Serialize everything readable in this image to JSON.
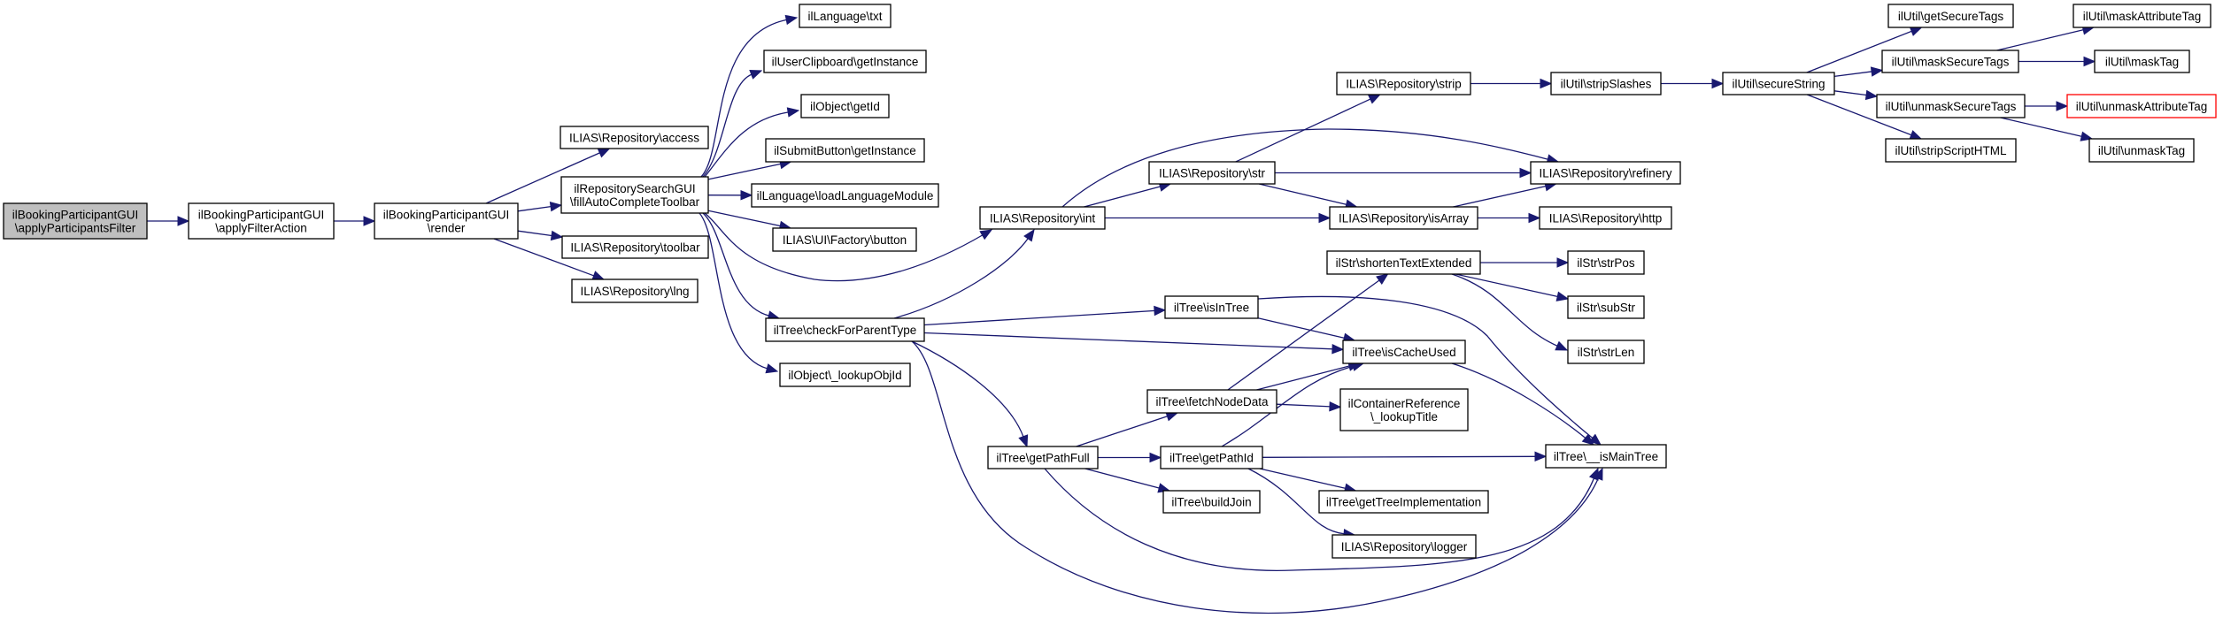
{
  "title": "ilBookingParticipantGUI::applyParticipantsFilter call graph",
  "colors": {
    "edge": "#191970",
    "root_fill": "#bfbfbf",
    "node_border": "#000000",
    "external_border": "#ff0000"
  },
  "nodes": [
    {
      "id": "n0",
      "lines": [
        "ilBookingParticipantGUI",
        "\\applyParticipantsFilter"
      ],
      "style": "root"
    },
    {
      "id": "n1",
      "lines": [
        "ilBookingParticipantGUI",
        "\\applyFilterAction"
      ]
    },
    {
      "id": "n2",
      "lines": [
        "ilBookingParticipantGUI",
        "\\render"
      ]
    },
    {
      "id": "n3",
      "lines": [
        "ILIAS\\Repository\\access"
      ]
    },
    {
      "id": "n4",
      "lines": [
        "ilRepositorySearchGUI",
        "\\fillAutoCompleteToolbar"
      ]
    },
    {
      "id": "n5",
      "lines": [
        "ILIAS\\Repository\\toolbar"
      ]
    },
    {
      "id": "n6",
      "lines": [
        "ILIAS\\Repository\\lng"
      ]
    },
    {
      "id": "n7",
      "lines": [
        "ilLanguage\\txt"
      ]
    },
    {
      "id": "n8",
      "lines": [
        "ilUserClipboard\\getInstance"
      ]
    },
    {
      "id": "n9",
      "lines": [
        "ilObject\\getId"
      ]
    },
    {
      "id": "n10",
      "lines": [
        "ilSubmitButton\\getInstance"
      ]
    },
    {
      "id": "n11",
      "lines": [
        "ilLanguage\\loadLanguageModule"
      ]
    },
    {
      "id": "n12",
      "lines": [
        "ILIAS\\UI\\Factory\\button"
      ]
    },
    {
      "id": "n13",
      "lines": [
        "ILIAS\\Repository\\int"
      ]
    },
    {
      "id": "n14",
      "lines": [
        "ilTree\\checkForParentType"
      ]
    },
    {
      "id": "n15",
      "lines": [
        "ilObject\\_lookupObjId"
      ]
    },
    {
      "id": "n16",
      "lines": [
        "ILIAS\\Repository\\str"
      ]
    },
    {
      "id": "n17",
      "lines": [
        "ILIAS\\Repository\\isArray"
      ]
    },
    {
      "id": "n18",
      "lines": [
        "ILIAS\\Repository\\refinery"
      ]
    },
    {
      "id": "n19",
      "lines": [
        "ILIAS\\Repository\\strip"
      ]
    },
    {
      "id": "n20",
      "lines": [
        "ilUtil\\stripSlashes"
      ]
    },
    {
      "id": "n21",
      "lines": [
        "ILIAS\\Repository\\http"
      ]
    },
    {
      "id": "n22",
      "lines": [
        "ilUtil\\secureString"
      ]
    },
    {
      "id": "n23",
      "lines": [
        "ilUtil\\getSecureTags"
      ]
    },
    {
      "id": "n24",
      "lines": [
        "ilUtil\\maskSecureTags"
      ]
    },
    {
      "id": "n25",
      "lines": [
        "ilUtil\\unmaskSecureTags"
      ]
    },
    {
      "id": "n26",
      "lines": [
        "ilUtil\\stripScriptHTML"
      ]
    },
    {
      "id": "n27",
      "lines": [
        "ilUtil\\maskAttributeTag"
      ]
    },
    {
      "id": "n28",
      "lines": [
        "ilUtil\\maskTag"
      ]
    },
    {
      "id": "n29",
      "lines": [
        "ilUtil\\unmaskAttributeTag"
      ],
      "style": "external"
    },
    {
      "id": "n30",
      "lines": [
        "ilUtil\\unmaskTag"
      ]
    },
    {
      "id": "n31",
      "lines": [
        "ilTree\\isInTree"
      ]
    },
    {
      "id": "n32",
      "lines": [
        "ilTree\\isCacheUsed"
      ]
    },
    {
      "id": "n33",
      "lines": [
        "ilTree\\getPathFull"
      ]
    },
    {
      "id": "n34",
      "lines": [
        "ilTree\\__isMainTree"
      ]
    },
    {
      "id": "n35",
      "lines": [
        "ilTree\\fetchNodeData"
      ]
    },
    {
      "id": "n36",
      "lines": [
        "ilTree\\getPathId"
      ]
    },
    {
      "id": "n37",
      "lines": [
        "ilTree\\buildJoin"
      ]
    },
    {
      "id": "n38",
      "lines": [
        "ilStr\\shortenTextExtended"
      ]
    },
    {
      "id": "n39",
      "lines": [
        "ilContainerReference",
        "\\_lookupTitle"
      ]
    },
    {
      "id": "n40",
      "lines": [
        "ilStr\\strPos"
      ]
    },
    {
      "id": "n41",
      "lines": [
        "ilStr\\subStr"
      ]
    },
    {
      "id": "n42",
      "lines": [
        "ilStr\\strLen"
      ]
    },
    {
      "id": "n43",
      "lines": [
        "ilTree\\getTreeImplementation"
      ]
    },
    {
      "id": "n44",
      "lines": [
        "ILIAS\\Repository\\logger"
      ]
    }
  ],
  "edges": [
    [
      "n0",
      "n1"
    ],
    [
      "n1",
      "n2"
    ],
    [
      "n2",
      "n3"
    ],
    [
      "n2",
      "n4"
    ],
    [
      "n2",
      "n5"
    ],
    [
      "n2",
      "n6"
    ],
    [
      "n4",
      "n7"
    ],
    [
      "n4",
      "n8"
    ],
    [
      "n4",
      "n9"
    ],
    [
      "n4",
      "n10"
    ],
    [
      "n4",
      "n11"
    ],
    [
      "n4",
      "n12"
    ],
    [
      "n4",
      "n13"
    ],
    [
      "n4",
      "n14"
    ],
    [
      "n4",
      "n15"
    ],
    [
      "n13",
      "n16"
    ],
    [
      "n13",
      "n17"
    ],
    [
      "n13",
      "n18"
    ],
    [
      "n16",
      "n19"
    ],
    [
      "n16",
      "n18"
    ],
    [
      "n16",
      "n17"
    ],
    [
      "n17",
      "n18"
    ],
    [
      "n17",
      "n21"
    ],
    [
      "n19",
      "n20"
    ],
    [
      "n20",
      "n22"
    ],
    [
      "n22",
      "n23"
    ],
    [
      "n22",
      "n24"
    ],
    [
      "n22",
      "n25"
    ],
    [
      "n22",
      "n26"
    ],
    [
      "n24",
      "n27"
    ],
    [
      "n24",
      "n28"
    ],
    [
      "n25",
      "n29"
    ],
    [
      "n25",
      "n30"
    ],
    [
      "n14",
      "n13"
    ],
    [
      "n14",
      "n31"
    ],
    [
      "n14",
      "n32"
    ],
    [
      "n14",
      "n33"
    ],
    [
      "n14",
      "n34"
    ],
    [
      "n31",
      "n32"
    ],
    [
      "n31",
      "n34"
    ],
    [
      "n32",
      "n34"
    ],
    [
      "n33",
      "n35"
    ],
    [
      "n33",
      "n36"
    ],
    [
      "n33",
      "n37"
    ],
    [
      "n33",
      "n34"
    ],
    [
      "n35",
      "n38"
    ],
    [
      "n35",
      "n32"
    ],
    [
      "n35",
      "n39"
    ],
    [
      "n36",
      "n32"
    ],
    [
      "n36",
      "n34"
    ],
    [
      "n36",
      "n43"
    ],
    [
      "n36",
      "n44"
    ],
    [
      "n38",
      "n40"
    ],
    [
      "n38",
      "n41"
    ],
    [
      "n38",
      "n42"
    ]
  ]
}
